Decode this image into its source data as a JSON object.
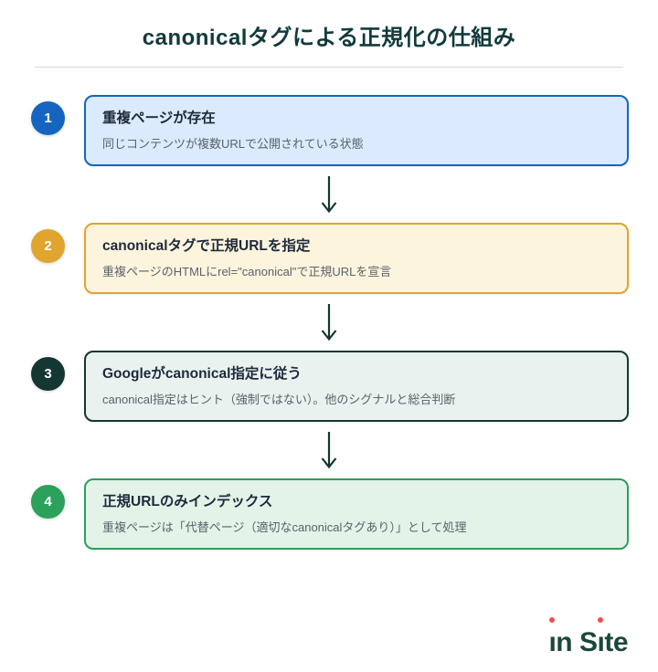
{
  "page": {
    "title": "canonicalタグによる正規化の仕組み"
  },
  "theme": {
    "background": "#ffffff",
    "title_color": "#123a3c",
    "divider_color": "#d8d8d8",
    "step_title_color": "#1e293b",
    "step_desc_color": "#5a626b",
    "arrow_color": "#143733"
  },
  "steps": [
    {
      "number": "1",
      "title": "重複ページが存在",
      "description": "同じコンテンツが複数URLで公開されている状態",
      "accent_color": "#1565c0",
      "background_color": "#dbeafc",
      "number_color": "#ffffff"
    },
    {
      "number": "2",
      "title": "canonicalタグで正規URLを指定",
      "description": "重複ページのHTMLにrel=\"canonical\"で正規URLを宣言",
      "accent_color": "#e1a42e",
      "background_color": "#fdf4dd",
      "number_color": "#ffffff"
    },
    {
      "number": "3",
      "title": "Googleがcanonical指定に従う",
      "description": "canonical指定はヒント（強制ではない）。他のシグナルと総合判断",
      "accent_color": "#143733",
      "background_color": "#e9f2ef",
      "number_color": "#ffffff"
    },
    {
      "number": "4",
      "title": "正規URLのみインデックス",
      "description": "重複ページは「代替ページ（適切なcanonicalタグあり）」として処理",
      "accent_color": "#2ba15b",
      "background_color": "#e3f3e8",
      "number_color": "#ffffff"
    }
  ],
  "footer": {
    "logo_text": "in Site",
    "logo_color": "#1b473f",
    "logo_dot_color": "#f04e4e"
  }
}
